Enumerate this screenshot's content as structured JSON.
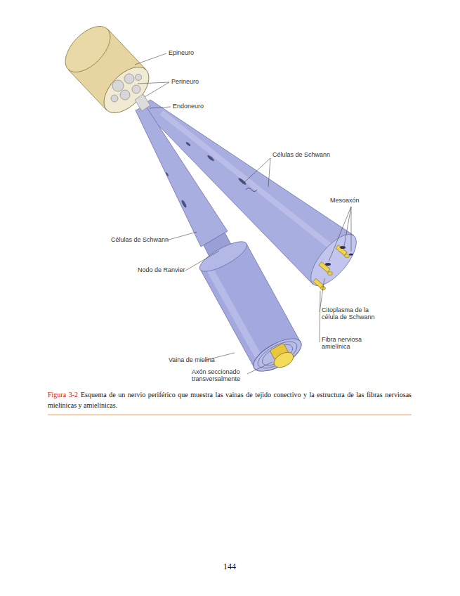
{
  "diagram": {
    "caption": "Esquema de un nervio periférico que muestra las vainas de tejido conectivo y la estructura de las fibras nerviosas mielínicas y amielínicas.",
    "labels": [
      "Epineuro",
      "Perineuro",
      "Endoneuro",
      "Células de Schwann",
      "Mesoaxón",
      "Células de Schwann",
      "Nodo de Ranvier",
      "Citoplasma de la célula de Schwann",
      "Fibra nerviosa amielínica",
      "Vaina de mielina",
      "Axón seccionado transversalmente",
      "144",
      "Figura 3-2"
    ]
  }
}
